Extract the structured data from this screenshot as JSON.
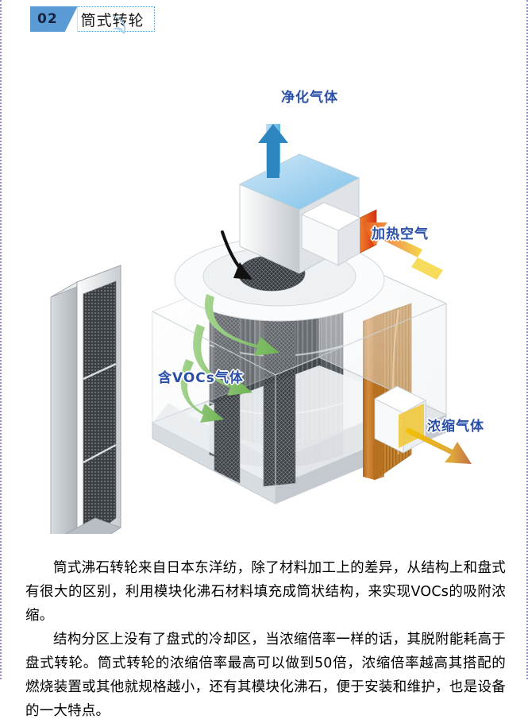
{
  "header": {
    "number": "02",
    "title": "筒式转轮"
  },
  "diagram": {
    "labels": [
      {
        "key": "purified_gas",
        "text": "净化气体"
      },
      {
        "key": "heated_air",
        "text": "加热空气"
      },
      {
        "key": "voc_gas",
        "text": "含VOCs气体"
      },
      {
        "key": "concentrated_gas",
        "text": "浓缩气体"
      }
    ],
    "colors": {
      "label_text": "#2a4fa8",
      "label_outline": "#ffffff",
      "purified_arrow": "#2e86c1",
      "voc_arrow": "#7dbf6a",
      "heated_arrow": "#e8601c",
      "concentrated_arrow": "#e3b60f",
      "rotation_arrow": "#111111",
      "duct_blue": "#8fcdf0",
      "heater_orange": "#e8601c",
      "desorb_copper": "#c9742e",
      "body_white": "#f2f4f6",
      "mesh_dark": "#3a3a3a"
    }
  },
  "content": {
    "paragraph_1": "筒式沸石转轮来自日本东洋纺，除了材料加工上的差异，从结构上和盘式有很大的区别，利用模块化沸石材料填充成筒状结构，来实现VOCs的吸附浓缩。",
    "paragraph_2": "结构分区上没有了盘式的冷却区，当浓缩倍率一样的话，其脱附能耗高于盘式转轮。筒式转轮的浓缩倍率最高可以做到50倍，浓缩倍率越高其搭配的燃烧装置或其他就规格越小，还有其模块化沸石，便于安装和维护，也是设备的一大特点。"
  }
}
